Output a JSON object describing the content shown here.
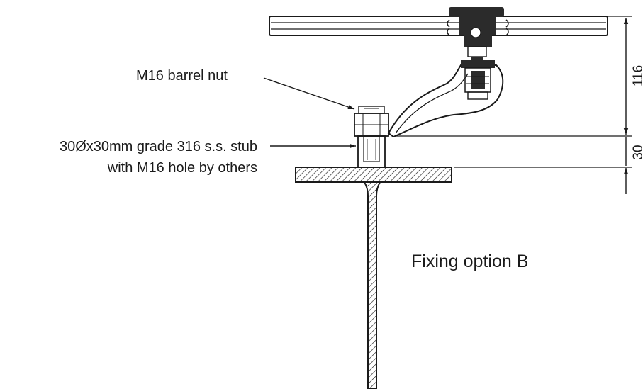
{
  "labels": {
    "barrel_nut": "M16 barrel nut",
    "stub_line1": "30Øx30mm grade 316 s.s. stub",
    "stub_line2": "with M16 hole by others",
    "caption": "Fixing option B"
  },
  "dimensions": {
    "upper": "116",
    "lower": "30"
  },
  "colors": {
    "line": "#1a1a1a",
    "dark_fill": "#2b2b2b",
    "background": "#ffffff"
  }
}
